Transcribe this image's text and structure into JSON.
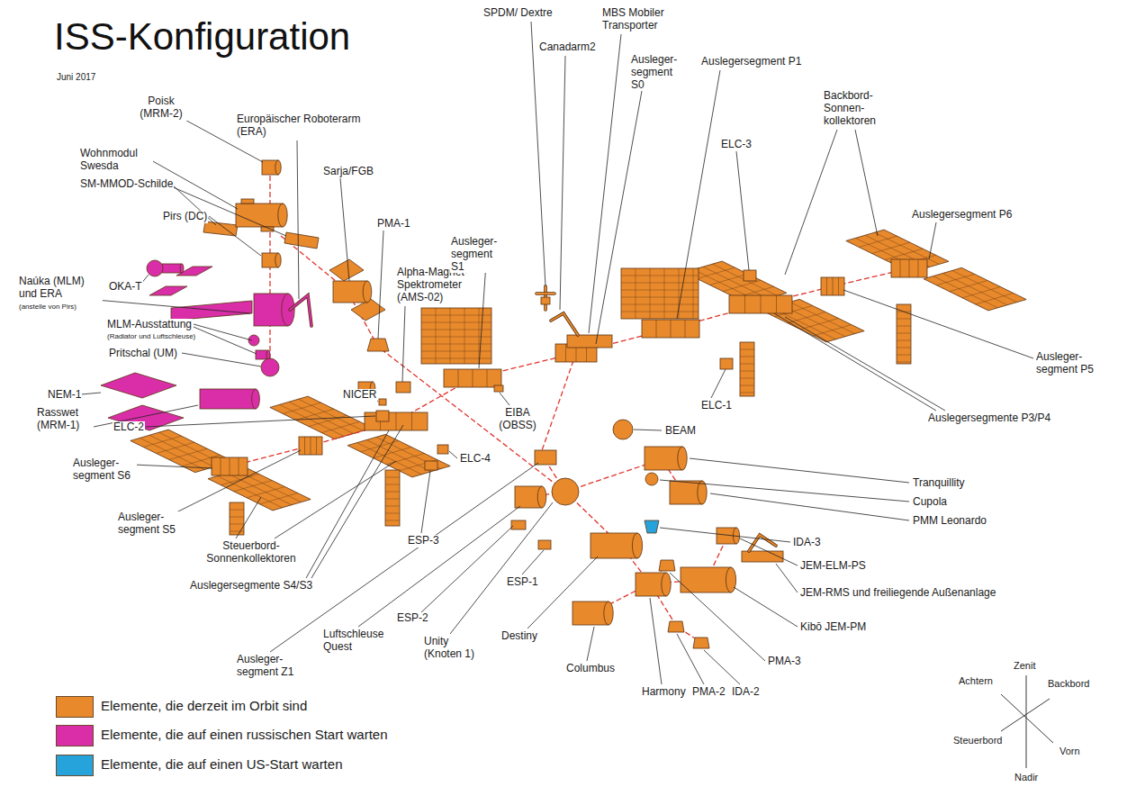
{
  "diagram": {
    "title": "ISS-Konfiguration",
    "labels": [
      "Juni 2017",
      "Poisk (MRM-2)",
      "Wohnmodul Swesda",
      "SM-MMOD-Schilde",
      "Pirs (DC)",
      "Naúka (MLM) und ERA",
      "(anstelle von Pirs)",
      "OKA-T",
      "MLM-Ausstattung",
      "(Radiator und Luftschleuse)",
      "Pritschal (UM)",
      "NEM-1",
      "Rasswet (MRM-1)",
      "Ausleger- segment S6",
      "Ausleger- segment S5",
      "Steuerbord- Sonnenkollektoren",
      "Auslegersegmente S4/S3",
      "Ausleger- segment Z1",
      "Luftschleuse Quest",
      "ESP-2",
      "Unity (Knoten 1)",
      "Destiny",
      "Columbus",
      "Harmony",
      "PMA-2",
      "IDA-2",
      "PMA-3",
      "Kibō JEM-PM",
      "JEM-RMS und freiliegende Außenanlage",
      "JEM-ELM-PS",
      "IDA-3",
      "PMM Leonardo",
      "Cupola",
      "Tranquillity",
      "BEAM",
      "ESP-1",
      "ESP-3",
      "ELC-4",
      "ELC-2",
      "NICER",
      "Europäischer Roboterarm (ERA)",
      "Sarja/FGB",
      "PMA-1",
      "Alpha-Magnet- Spektrometer (AMS-02)",
      "Ausleger- segment S1",
      "EIBA (OBSS)",
      "SPDM/ Dextre",
      "Canadarm2",
      "MBS Mobiler Transporter",
      "Ausleger- segment S0",
      "Auslegersegment P1",
      "ELC-3",
      "Backbord- Sonnen- kollektoren",
      "Auslegersegment P6",
      "Ausleger- segment P5",
      "Auslegersegmente P3/P4",
      "ELC-1",
      "Zenit",
      "Achtern",
      "Backbord",
      "Steuerbord",
      "Vorn",
      "Nadir"
    ],
    "legend": [
      {
        "text": "Elemente, die derzeit im Orbit sind",
        "color": "#e8892c"
      },
      {
        "text": "Elemente, die auf einen russischen Start warten",
        "color": "#d92ea8"
      },
      {
        "text": "Elemente, die auf einen US-Start warten",
        "color": "#27a3dc"
      }
    ]
  }
}
